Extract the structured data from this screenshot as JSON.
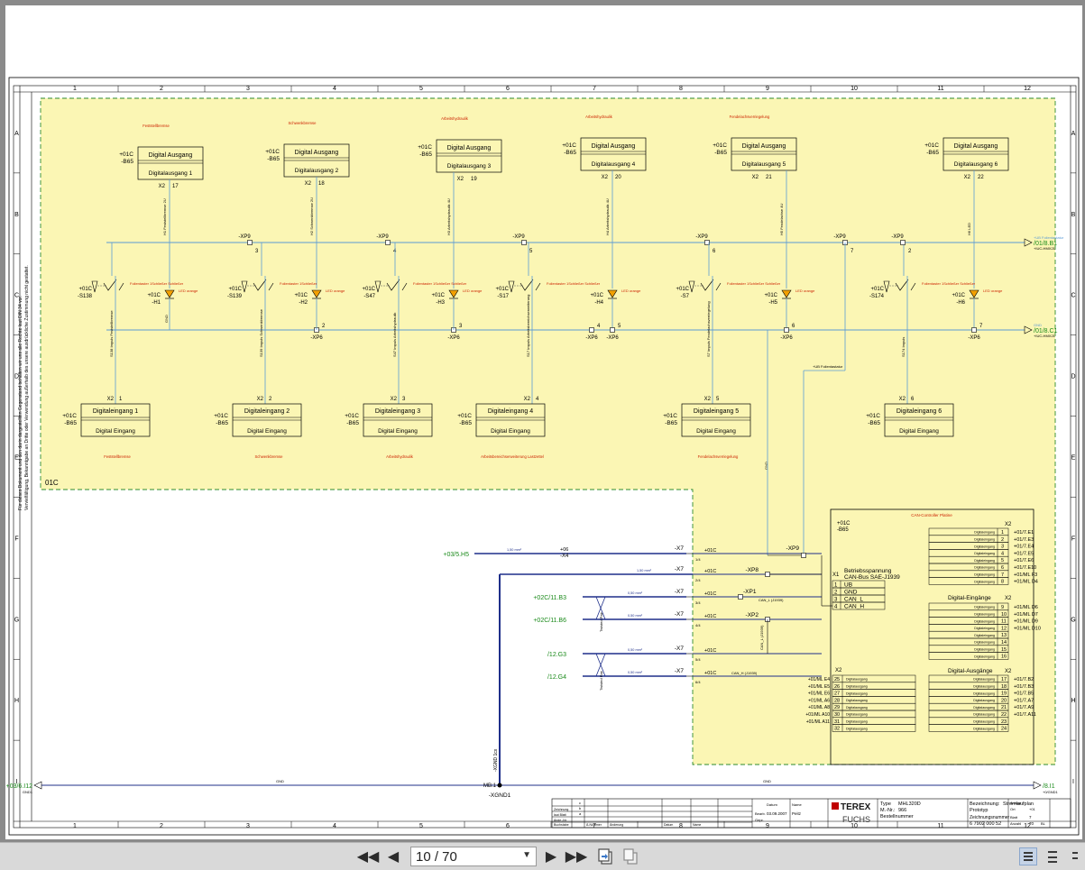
{
  "document": {
    "column_numbers": [
      "1",
      "2",
      "3",
      "4",
      "5",
      "6",
      "7",
      "8",
      "9",
      "10",
      "11",
      "12"
    ],
    "row_letters": [
      "A",
      "B",
      "C",
      "D",
      "E",
      "F",
      "G",
      "H",
      "I"
    ],
    "area_label": "01C",
    "left_note_1": "Für dieses Dokument und den darin dargestellten Gegenstand behalten wir uns alle Rechte laut DIN 34 vor.",
    "left_note_2": "Vervielfältigung, Bekanntgabe an Dritte oder Verwendung außerhalb des unsere ausdrückliche Zustimmung nicht gestattet.",
    "outputs": [
      {
        "func": "Feststellbremse",
        "title": "Digital Ausgang",
        "sub": "Digitalausgang 1",
        "x2": "X2",
        "pin": "17",
        "ref": "+01C",
        "dev": "-B65",
        "wire": "H1 Feststellbremse 2U"
      },
      {
        "func": "Schwenkbremse",
        "title": "Digital Ausgang",
        "sub": "Digitalausgang 2",
        "x2": "X2",
        "pin": "18",
        "ref": "+01C",
        "dev": "-B65",
        "wire": "H2 Schwenkbremse 2U"
      },
      {
        "func": "Arbeitshydraulik",
        "title": "Digital Ausgang",
        "sub": "Digitalausgang 3",
        "x2": "X2",
        "pin": "19",
        "ref": "+01C",
        "dev": "-B65",
        "wire": "H3 Arbeitshydraulik 4U"
      },
      {
        "func": "Arbeitshydraulik",
        "title": "Digital Ausgang",
        "sub": "Digitalausgang 4",
        "x2": "X2",
        "pin": "20",
        "ref": "+01C",
        "dev": "-B65",
        "wire": "H4 Arbeitshydraulik 4U"
      },
      {
        "func": "Fendelachsverriegelung",
        "title": "Digital Ausgang",
        "sub": "Digitalausgang 5",
        "x2": "X2",
        "pin": "21",
        "ref": "+01C",
        "dev": "-B65",
        "wire": "H5 Fendelachse 4U"
      },
      {
        "func": "",
        "title": "Digital Ausgang",
        "sub": "Digitalausgang 6",
        "x2": "X2",
        "pin": "22",
        "ref": "+01C",
        "dev": "-B65",
        "wire": "H6 LED"
      }
    ],
    "inputs": [
      {
        "func": "Feststellbremse",
        "title": "Digitaleingang 1",
        "sub": "Digital Eingang",
        "x2": "X2",
        "pin": "1",
        "ref": "+01C",
        "dev": "-B65",
        "wire": "S138 Impuls Feststellbremse"
      },
      {
        "func": "Schwenkbremse",
        "title": "Digitaleingang 2",
        "sub": "Digital Eingang",
        "x2": "X2",
        "pin": "2",
        "ref": "+01C",
        "dev": "-B65",
        "wire": "S139 Impuls Schwenkbremse"
      },
      {
        "func": "Arbeitshydraulik",
        "title": "Digitaleingang 3",
        "sub": "Digital Eingang",
        "x2": "X2",
        "pin": "3",
        "ref": "+01C",
        "dev": "-B65",
        "wire": "S47 Impuls Arbeitshydraulik"
      },
      {
        "func": "Arbeitsbereichserweiterung Lastzettel",
        "title": "Digitaleingang 4",
        "sub": "Digital Eingang",
        "x2": "X2",
        "pin": "4",
        "ref": "+01C",
        "dev": "-B65",
        "wire": "S17 Impuls Arbeitsbereichserweiterung"
      },
      {
        "func": "Fendelachsverriegelung",
        "title": "Digitaleingang 5",
        "sub": "Digital Eingang",
        "x2": "X2",
        "pin": "5",
        "ref": "+01C",
        "dev": "-B65",
        "wire": "S7 Impuls Fendelachsverriegelung"
      },
      {
        "func": "",
        "title": "Digitaleingang 6",
        "sub": "Digital Eingang",
        "x2": "X2",
        "pin": "6",
        "ref": "+01C",
        "dev": "-B65",
        "wire": "S174 Impuls"
      }
    ],
    "switches": [
      {
        "ref": "+01C",
        "dev": "-S138",
        "label": "Folientaster 1Schließer Schließer"
      },
      {
        "ref": "+01C",
        "dev": "-S139",
        "label": "Folientaster 1Schließer"
      },
      {
        "ref": "+01C",
        "dev": "-S47",
        "label": "Folientaster 1Schließer Schließer"
      },
      {
        "ref": "+01C",
        "dev": "-S17",
        "label": "Folientaster 1Schließer Schließer"
      },
      {
        "ref": "+01C",
        "dev": "-S7",
        "label": "Folientaster 1Schließer Schließer"
      },
      {
        "ref": "+01C",
        "dev": "-S174",
        "label": "Folientaster 1Schließer Schließer"
      }
    ],
    "leds": [
      {
        "ref": "+01C",
        "dev": "-H1",
        "label": "LED orange"
      },
      {
        "ref": "+01C",
        "dev": "-H2",
        "label": "LED orange"
      },
      {
        "ref": "+01C",
        "dev": "-H3",
        "label": "LED orange"
      },
      {
        "ref": "+01C",
        "dev": "-H4",
        "label": "LED orange"
      },
      {
        "ref": "+01C",
        "dev": "-H5",
        "label": "LED orange"
      },
      {
        "ref": "+01C",
        "dev": "-H6",
        "label": "LED orange"
      }
    ],
    "xp9_label": "-XP9",
    "xp6_label": "-XP6",
    "xp9_pins": [
      "3",
      "4",
      "5",
      "6",
      "7",
      "2"
    ],
    "xp6_pins": [
      "2",
      "3",
      "4",
      "5",
      "6",
      "7"
    ],
    "gnd": "GND",
    "ub_folientastatur": "+UB Folientastatur",
    "xref_top": "/01/8.B1",
    "xref_top_sub": "+IUC-HMX21",
    "xref_mid": "/01/8.C1",
    "xref_mid_sub": "+IUC-HMX21",
    "controller": {
      "title": "CAN-Controller Platine",
      "ref": "+01C",
      "dev": "-B65",
      "x1": "X1",
      "supply_1": "Betriebsspannung",
      "supply_2": "CAN-Bus SAE-J1939",
      "rows": [
        {
          "pin": "1",
          "name": "UB"
        },
        {
          "pin": "2",
          "name": "GND"
        },
        {
          "pin": "3",
          "name": "CAN_L"
        },
        {
          "pin": "4",
          "name": "CAN_H"
        }
      ],
      "x2_top": "X2",
      "x2_left": "X2",
      "x2_right": "X2",
      "top_pins": [
        "1",
        "2",
        "3",
        "4",
        "5",
        "6",
        "7",
        "8"
      ],
      "top_refs": [
        "+01/7.E1",
        "+01/7.E3",
        "+01/7.E4",
        "+01/7.E5",
        "+01/7.E6",
        "+01/7.E10",
        "+01/ML F3",
        "+01/ML D4"
      ],
      "din_title": "Digital-Eingänge",
      "din_pins": [
        "9",
        "10",
        "11",
        "12",
        "13",
        "14",
        "15",
        "16"
      ],
      "din_refs": [
        "+01/ML D6",
        "+01/ML D7",
        "+01/ML D9",
        "+01/ML D10",
        "",
        "",
        "",
        ""
      ],
      "dout_title": "Digital-Ausgänge",
      "dout_pins": [
        "17",
        "18",
        "19",
        "20",
        "21",
        "22",
        "23",
        "24"
      ],
      "dout_refs": [
        "+01/7.B2",
        "+01/7.B3",
        "+01/7.B5",
        "+01/7.A7",
        "+01/7.A9",
        "+01/7.A11",
        "",
        ""
      ],
      "left_pins": [
        "25",
        "26",
        "27",
        "28",
        "29",
        "30",
        "31",
        "32"
      ],
      "left_refs": [
        "+01/ML E4",
        "+01/ML E5",
        "+01/ML E6",
        "+01/ML A6",
        "+01/ML A8",
        "+01/ML A10",
        "+01/ML A11",
        ""
      ],
      "cell_label": "Digitaleingang",
      "out_label": "Digitalausgang"
    },
    "terminals": {
      "x7": "-X7",
      "xp8": "-XP8",
      "xp1": "-XP1",
      "xp2": "-XP2",
      "x4": "-X4",
      "x4_ref": "+06",
      "pins": [
        "1/4",
        "2/4",
        "3/4",
        "4/4",
        "5/4",
        "6/4"
      ],
      "gnd_xref": "+03/5.H5",
      "can1": "+02C/11.B3",
      "can2": "+02C/11.B6",
      "can3": "/12.G3",
      "can4": "/12.G4",
      "wire_1": "1,50 mm²",
      "wire_2": "0,50 mm²",
      "twisted": "Twisted Pair",
      "can_l": "CAN_L (J1939)",
      "can_h": "CAN_H (J1939)"
    },
    "gnd_bus": {
      "left_xref": "+03/6.I12",
      "left_sub": "GND1",
      "node": "-XGND1",
      "node_pin": "MB:1",
      "right_xref": "/8.I1",
      "right_sub": "+0/GND1",
      "label": "GND",
      "vertical": "-XGND 1cx"
    },
    "title_block": {
      "brand": "TEREX",
      "brand2": "FUCHS",
      "type_label": "Type",
      "type_value": "MHL320D",
      "mnr_label": "M.-Nr.:",
      "mnr_value": "966",
      "order_label": "Bestellnummer",
      "desc_label": "Bezeichnung:",
      "desc_value": "Stromlaufplan",
      "proto": "Prototyp",
      "drawing_label": "Zeichnungsnummer",
      "drawing_value": "6 7902 000 52",
      "date_label": "Datum",
      "name_label": "Name",
      "bearb_label": "Bearb.",
      "bearb_date": "03.09.2007",
      "bearb_name": "Peitz",
      "gepr_label": "Gepr.",
      "anlage": "Anlage",
      "ort": "Ort",
      "ort_value": "+01",
      "blatt": "Blatt",
      "blatt_value": "7",
      "anzahl": "Anzahl",
      "anzahl_value": "70",
      "bl": "BL",
      "rev_rows": [
        "Zeichnung",
        "laut Blatt",
        "Ände.-Nr."
      ],
      "rev_letters": [
        "c",
        "b",
        "a"
      ],
      "rev_cols": [
        "Buchstabe",
        "Ä-Nummer",
        "Änderung",
        "Datum",
        "Name"
      ]
    }
  },
  "toolbar": {
    "page_indicator": "10 / 70"
  }
}
